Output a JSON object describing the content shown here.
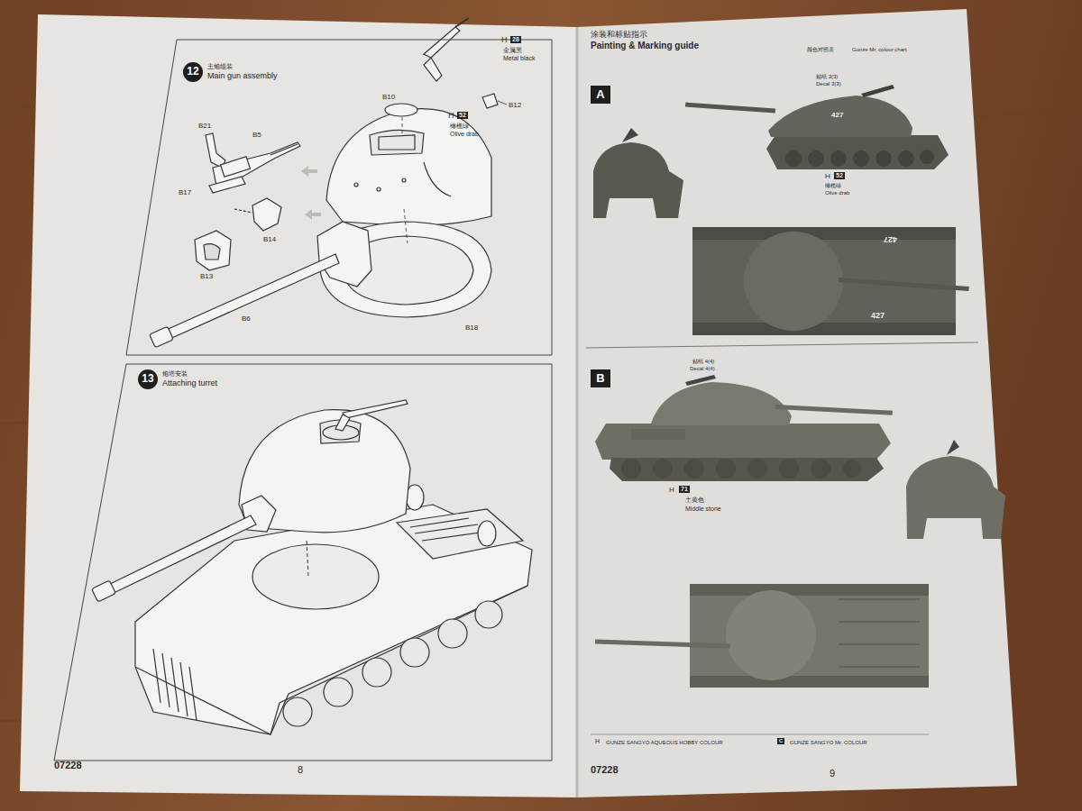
{
  "diagram": {
    "nodes": [
      {
        "text": [
          "主炮组装",
          "Main gun assembly"
        ]
      },
      {
        "text": [
          "12"
        ],
        "in": 0
      },
      {
        "text": [
          "炮塔安装",
          "Attaching turret"
        ]
      },
      {
        "text": [
          "13"
        ],
        "in": 2
      },
      {
        "text": [
          "A"
        ]
      },
      {
        "text": [
          "B"
        ]
      }
    ],
    "labels": [
      "B21",
      "B5",
      "B17",
      "B14",
      "B13",
      "B6",
      "B10",
      "H",
      "28",
      "金属黑",
      "Metal black",
      "B12",
      "H",
      "52",
      "橄榄绿",
      "Olive drab",
      "B18",
      "07228",
      "8",
      "涂装和标贴指示",
      "Painting & Marking guide",
      "颜色对照表",
      "Gunze Mr. colour chart",
      "贴纸 3(3)",
      "Decal 3(3)",
      "427",
      "427",
      "427",
      "H",
      "52",
      "橄榄绿",
      "Olive drab",
      "贴纸 4(4)",
      "Decal 4(4)",
      "H",
      "71",
      "土黄色",
      "Middle stone",
      "H",
      "GUNZE SANGYO AQUEOUS HOBBY COLOUR",
      "C",
      "GUNZE SANGYO Mr. COLOUR",
      "07228",
      "9"
    ]
  }
}
